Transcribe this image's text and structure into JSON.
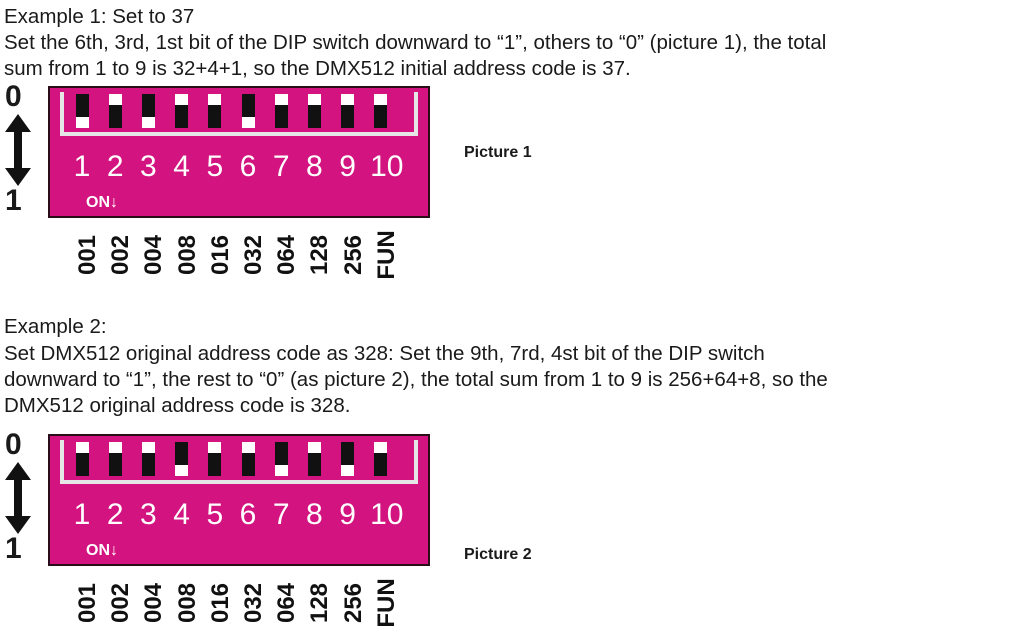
{
  "example1": {
    "heading": "Example 1: Set to 37",
    "line1": "Set the 6th, 3rd, 1st bit of the DIP switch downward to “1”, others to “0” (picture 1), the total",
    "line2": "sum from 1 to 9 is 32+4+1, so the DMX512 initial address code is 37."
  },
  "example2": {
    "heading": "Example 2:",
    "line1": "Set DMX512 original address code as 328: Set the 9th, 7rd, 4st bit of the DIP switch",
    "line2": "downward to “1”, the rest to “0” (as picture 2), the total sum from 1 to 9 is 256+64+8, so the",
    "line3": "DMX512 original address code is 328."
  },
  "dip": {
    "label_top": "0",
    "label_bottom": "1",
    "on_label": "ON↓",
    "numbers": [
      "1",
      "2",
      "3",
      "4",
      "5",
      "6",
      "7",
      "8",
      "9",
      "10"
    ],
    "weights": [
      "001",
      "002",
      "004",
      "008",
      "016",
      "032",
      "064",
      "128",
      "256",
      "FUN"
    ]
  },
  "picture1": {
    "caption": "Picture 1",
    "switch_down": [
      true,
      false,
      true,
      false,
      false,
      true,
      false,
      false,
      false,
      false
    ]
  },
  "picture2": {
    "caption": "Picture 2",
    "switch_down": [
      false,
      false,
      false,
      true,
      false,
      false,
      true,
      false,
      true,
      false
    ]
  },
  "colors": {
    "dip_body": "#d3137f",
    "switch": "#111111",
    "knob": "#ffffff"
  }
}
